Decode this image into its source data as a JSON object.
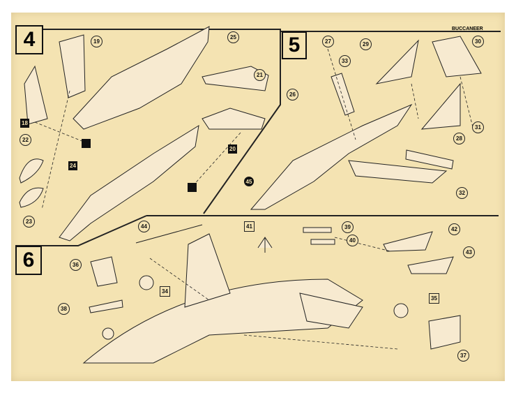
{
  "header": {
    "title": "BUCCANEER"
  },
  "steps": {
    "s4": "4",
    "s5": "5",
    "s6": "6"
  },
  "parts": {
    "p18": "18",
    "p19": "19",
    "p20": "20",
    "p21": "21",
    "p22": "22",
    "p23": "23",
    "p24": "24",
    "p25": "25",
    "p26": "26",
    "p27": "27",
    "p28": "28",
    "p29": "29",
    "p30": "30",
    "p31": "31",
    "p32": "32",
    "p33": "33",
    "p34": "34",
    "p35": "35",
    "p36": "36",
    "p37": "37",
    "p38": "38",
    "p39": "39",
    "p40": "40",
    "p41": "41",
    "p42": "42",
    "p43": "43",
    "p44": "44",
    "p45": "45"
  }
}
